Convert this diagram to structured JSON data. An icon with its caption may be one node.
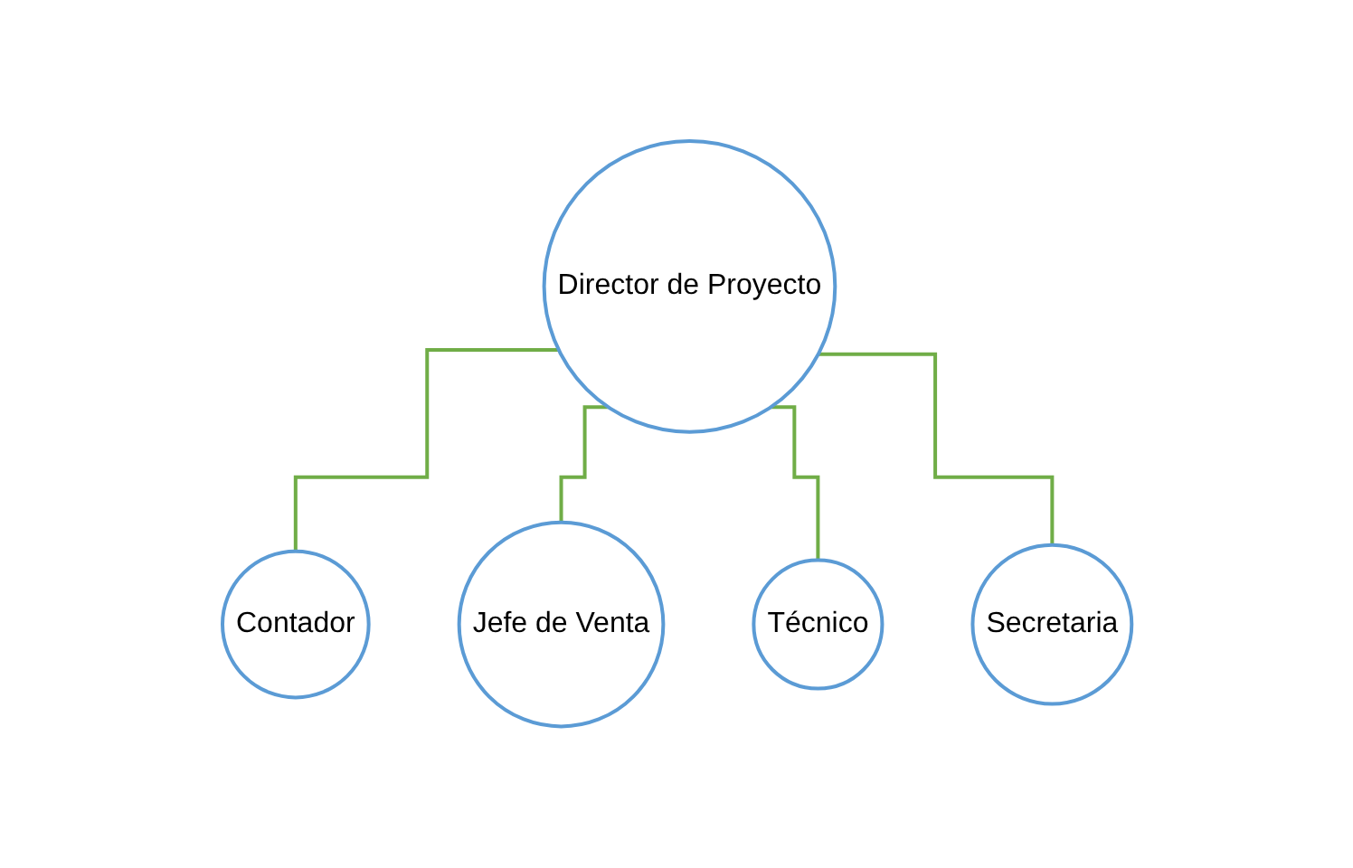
{
  "diagram": {
    "nodes": [
      {
        "text": [
          "Director de Proyecto"
        ]
      },
      {
        "text": [
          "Contador"
        ]
      },
      {
        "text": [
          "Jefe de Venta"
        ]
      },
      {
        "text": [
          "Técnico"
        ]
      },
      {
        "text": [
          "Secretaria"
        ]
      }
    ],
    "edges": [
      {
        "from": 0,
        "to": 1,
        "arrow": "none"
      },
      {
        "from": 0,
        "to": 2,
        "arrow": "none"
      },
      {
        "from": 0,
        "to": 3,
        "arrow": "none"
      },
      {
        "from": 0,
        "to": 4,
        "arrow": "none"
      }
    ]
  }
}
